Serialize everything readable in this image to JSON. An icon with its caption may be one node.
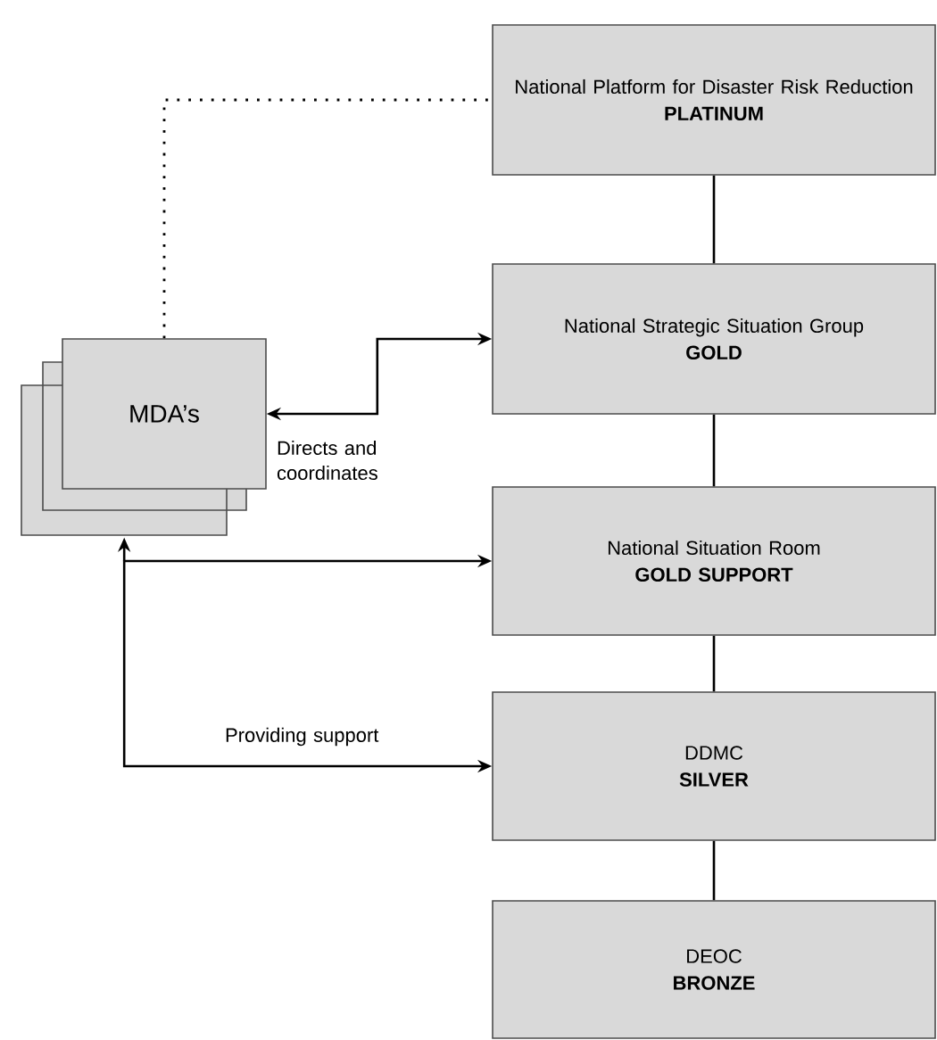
{
  "diagram": {
    "nodes": [
      {
        "text": [
          "National Platform for Disaster Risk Reduction",
          "PLATINUM"
        ]
      },
      {
        "text": [
          "National Strategic Situation Group",
          "GOLD"
        ]
      },
      {
        "text": [
          "National Situation Room",
          "GOLD SUPPORT"
        ]
      },
      {
        "text": [
          "DDMC",
          "SILVER"
        ]
      },
      {
        "text": [
          "DEOC",
          "BRONZE"
        ]
      },
      {
        "text": [
          "MDA’s"
        ]
      }
    ],
    "edges": [
      {
        "from": 5,
        "to": 0,
        "arrow": "none",
        "style": "dashed"
      },
      {
        "from": 0,
        "to": 1,
        "arrow": "none"
      },
      {
        "from": 1,
        "to": 2,
        "arrow": "none"
      },
      {
        "from": 2,
        "to": 3,
        "arrow": "none"
      },
      {
        "from": 3,
        "to": 4,
        "arrow": "none"
      },
      {
        "from": 5,
        "to": 1,
        "arrow": "both",
        "label": "Directs and coordinates"
      },
      {
        "from": 5,
        "to": 2,
        "arrow": "both"
      },
      {
        "from": 5,
        "to": 3,
        "arrow": "both",
        "label": "Providing support"
      }
    ]
  }
}
